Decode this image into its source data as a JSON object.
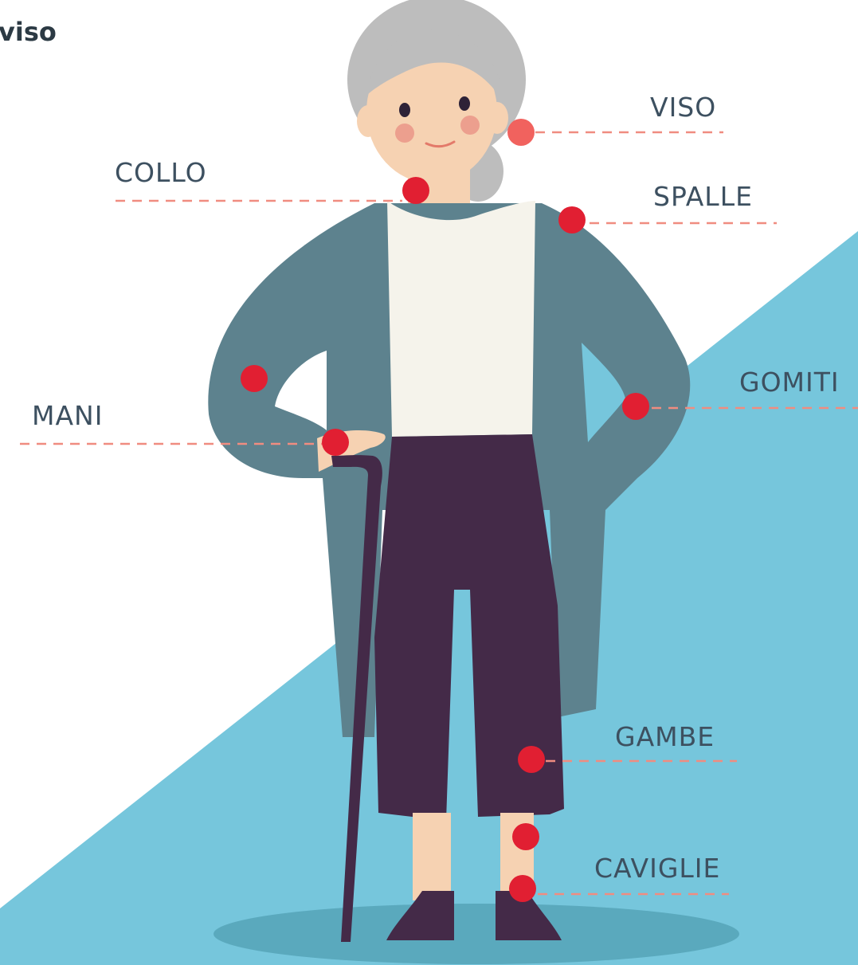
{
  "corner_title": "viso",
  "labels": {
    "viso": "VISO",
    "collo": "COLLO",
    "spalle": "SPALLE",
    "mani": "MANI",
    "gomiti": "GOMITI",
    "gambe": "GAMBE",
    "caviglie": "CAVIGLIE"
  },
  "colors": {
    "background_triangle": "#76c6dc",
    "shadow": "#5aa9bd",
    "cardigan": "#5d828e",
    "shirt": "#f5f3eb",
    "trousers": "#442a48",
    "skin": "#f6d2b2",
    "hair": "#bdbdbd",
    "hotspot": "#e11f32",
    "hotspot_active": "#f1625e",
    "leader_line": "#f08c80",
    "label_text": "#3d5060"
  },
  "active_hotspot": "viso"
}
